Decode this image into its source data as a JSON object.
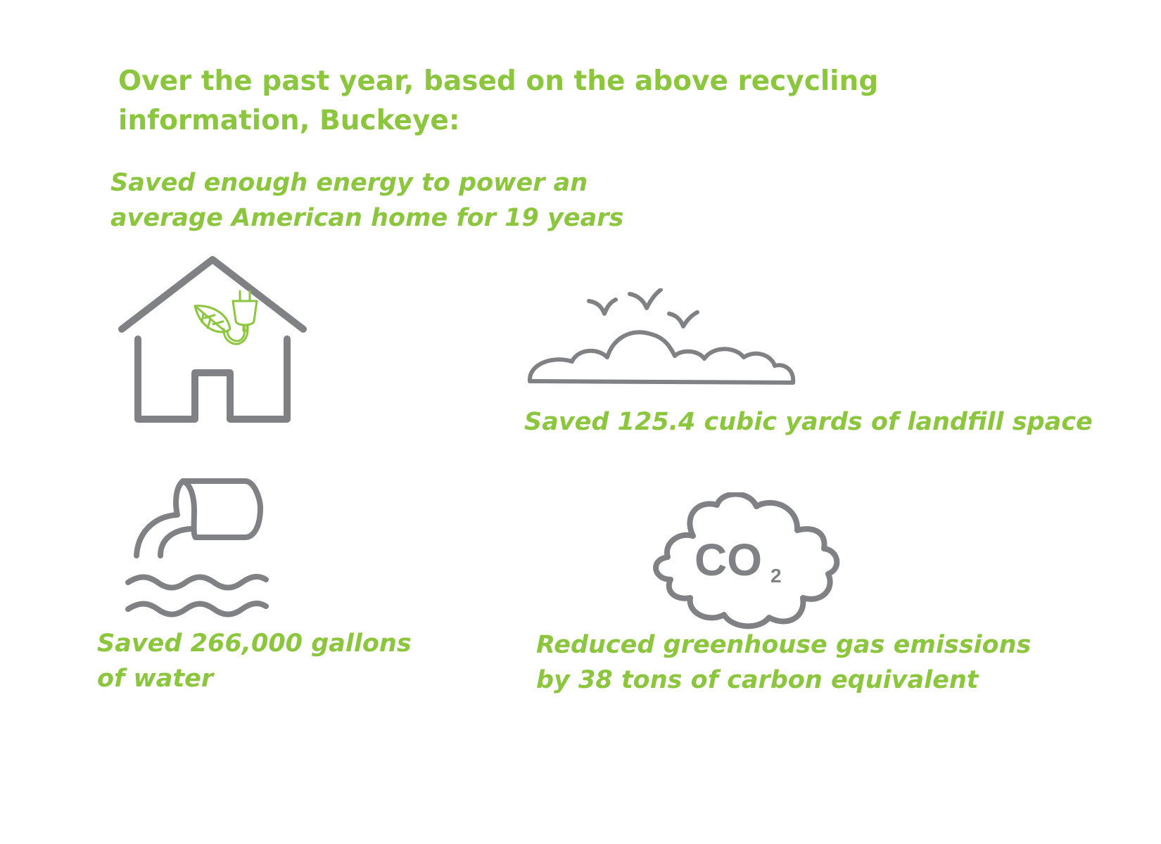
{
  "heading": {
    "line1": "Over the past year, based on the above recycling",
    "line2": "information, Buckeye:"
  },
  "stats": {
    "energy": {
      "line1": "Saved enough energy to power an",
      "line2": "average American home for 19 years",
      "icon": "house-energy-icon"
    },
    "landfill": {
      "line1": "Saved 125.4 cubic yards of landfill space",
      "icon": "landfill-icon"
    },
    "water": {
      "line1": "Saved 266,000 gallons",
      "line2": "of water",
      "icon": "water-pipe-icon"
    },
    "emissions": {
      "line1": "Reduced greenhouse gas emissions",
      "line2": "by 38 tons of carbon equivalent",
      "icon": "co2-cloud-icon"
    }
  },
  "icons": {
    "co2_label": "CO",
    "co2_subscript": "2"
  },
  "colors": {
    "accent_green": "#8cc63f",
    "icon_gray": "#808184"
  }
}
